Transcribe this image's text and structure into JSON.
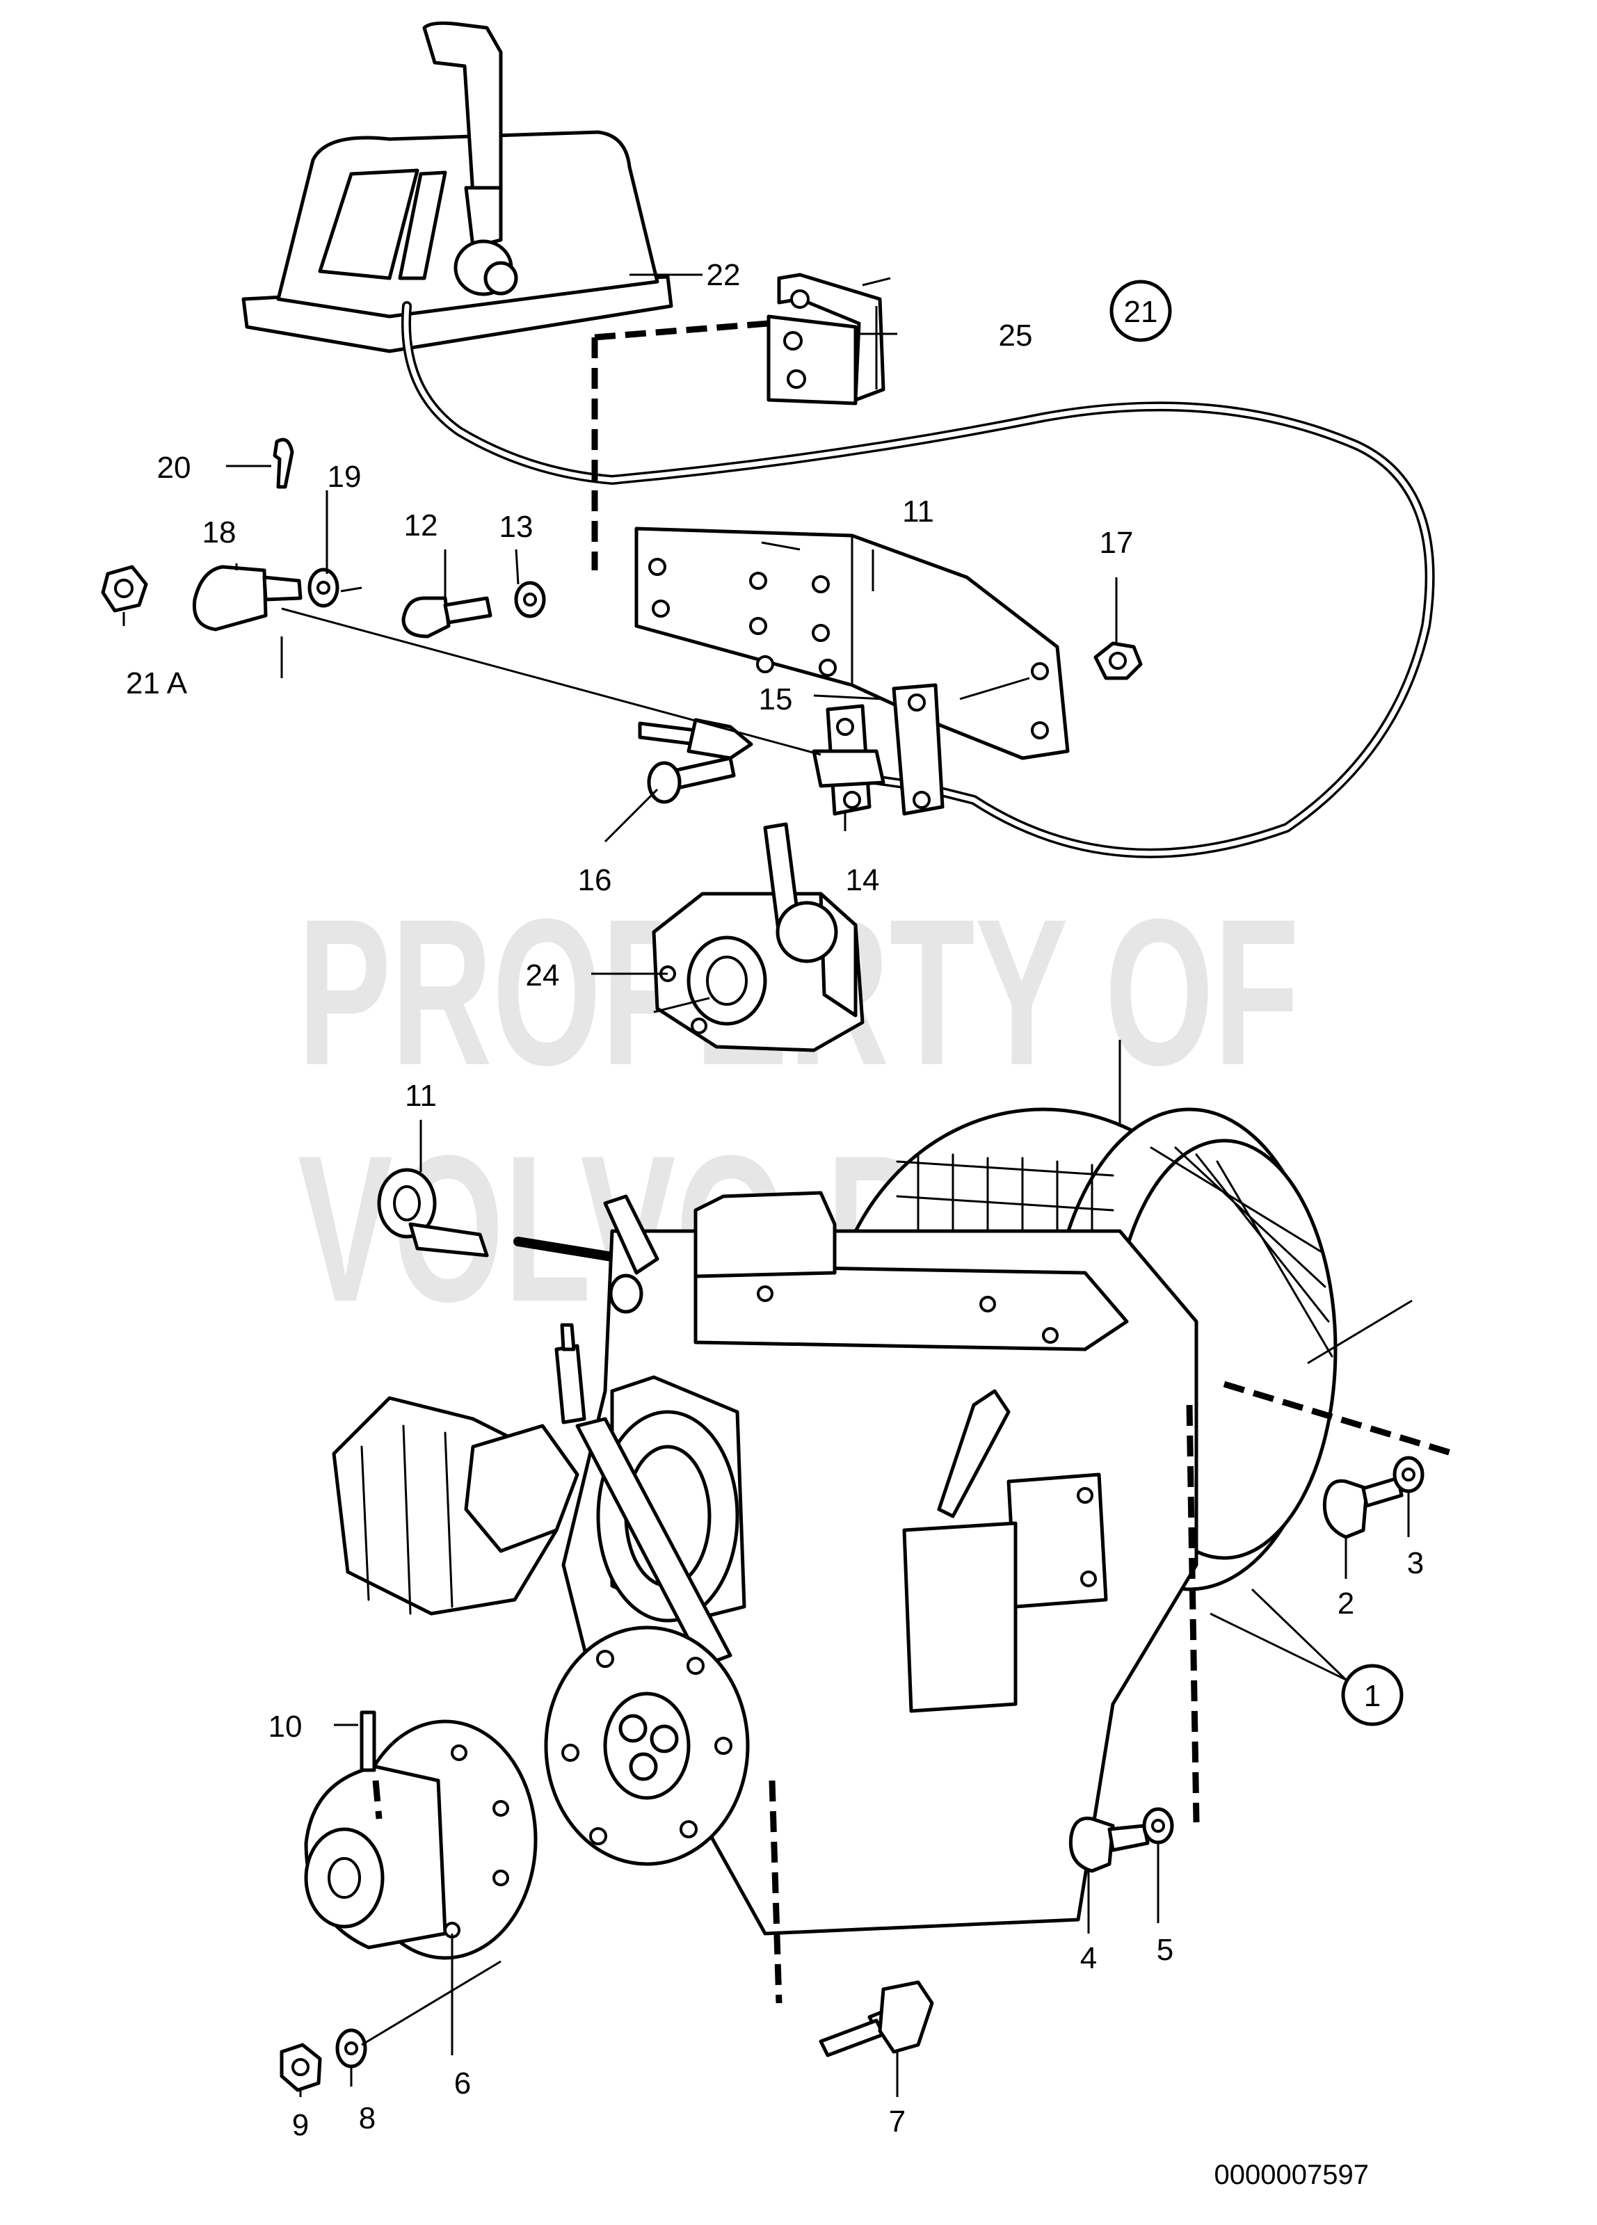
{
  "watermark": {
    "line1": "PROPERTY OF",
    "line2": "VOLVO PENTA"
  },
  "callouts": {
    "c1": "1",
    "c2": "2",
    "c3": "3",
    "c4": "4",
    "c5": "5",
    "c6": "6",
    "c7": "7",
    "c8": "8",
    "c9": "9",
    "c10": "10",
    "c11a": "11",
    "c11b": "11",
    "c12": "12",
    "c13": "13",
    "c14": "14",
    "c15": "15",
    "c16": "16",
    "c17": "17",
    "c18": "18",
    "c19": "19",
    "c20": "20",
    "c21": "21",
    "c21a": "21 A",
    "c22": "22",
    "c24": "24",
    "c25": "25"
  },
  "document_number": "0000007597"
}
